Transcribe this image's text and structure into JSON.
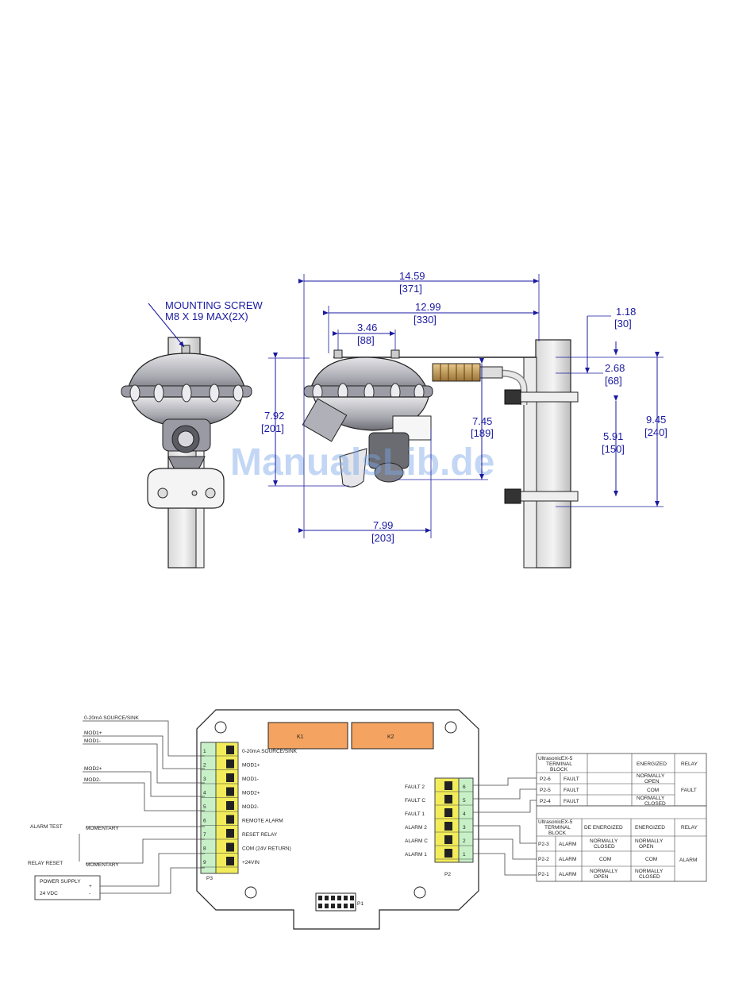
{
  "dimension_drawing": {
    "callout_line1": "MOUNTING SCREW",
    "callout_line2": "M8 X 19 MAX(2X)",
    "dims": {
      "overall_width": "14.59",
      "overall_width_mm": "[371]",
      "body_width": "12.99",
      "body_width_mm": "[330]",
      "screw_spacing": "3.46",
      "screw_spacing_mm": "[88]",
      "side_offset": "1.18",
      "side_offset_mm": "[30]",
      "pipe_offset": "2.68",
      "pipe_offset_mm": "[68]",
      "height_left": "7.92",
      "height_left_mm": "[201]",
      "height_mid": "7.45",
      "height_mid_mm": "[189]",
      "bolt_spacing": "5.91",
      "bolt_spacing_mm": "[150]",
      "overall_height": "9.45",
      "overall_height_mm": "[240]",
      "depth": "7.99",
      "depth_mm": "[203]"
    }
  },
  "watermark": "ManualsLib.de",
  "wiring": {
    "left_labels": {
      "source_sink": "0-20mA SOURCE/SINK",
      "mod1p": "MOD1+",
      "mod1m": "MOD1-",
      "mod2p": "MOD2+",
      "mod2m": "MOD2-",
      "alarm_test": "ALARM TEST",
      "momentary1": "MOMENTARY",
      "relay_reset": "RELAY RESET",
      "momentary2": "MOMENTARY",
      "power_supply": "POWER SUPPLY",
      "vdc": "24 VDC",
      "plus": "+",
      "minus": "-"
    },
    "relays": {
      "k1": "K1",
      "k2": "K2"
    },
    "p3_label": "P3",
    "p3": [
      {
        "num": "1",
        "label": "0-20mA SOURCE/SINK"
      },
      {
        "num": "2",
        "label": "MOD1+"
      },
      {
        "num": "3",
        "label": "MOD1-"
      },
      {
        "num": "4",
        "label": "MOD2+"
      },
      {
        "num": "5",
        "label": "MOD2-"
      },
      {
        "num": "6",
        "label": "REMOTE ALARM"
      },
      {
        "num": "7",
        "label": "RESET RELAY"
      },
      {
        "num": "8",
        "label": "COM (24V RETURN)"
      },
      {
        "num": "9",
        "label": "+24VIN"
      }
    ],
    "p2_label": "P2",
    "p2": [
      {
        "num": "6",
        "label": "FAULT 2"
      },
      {
        "num": "5",
        "label": "FAULT C"
      },
      {
        "num": "4",
        "label": "FAULT 1"
      },
      {
        "num": "3",
        "label": "ALARM 2"
      },
      {
        "num": "2",
        "label": "ALARM C"
      },
      {
        "num": "1",
        "label": "ALARM 1"
      }
    ],
    "p1_label": "P1",
    "fault_table": {
      "header": {
        "block1": "UltrasonicEX-5",
        "block2": "TERMINAL",
        "block3": "BLOCK",
        "energized": "ENERGIZED",
        "relay": "RELAY"
      },
      "rows": [
        {
          "term": "P2-6",
          "fn": "FAULT",
          "e1": "NORMALLY",
          "e2": "OPEN"
        },
        {
          "term": "P2-5",
          "fn": "FAULT",
          "e1": "COM",
          "e2": ""
        },
        {
          "term": "P2-4",
          "fn": "FAULT",
          "e1": "NORMALLY",
          "e2": "CLOSED"
        }
      ],
      "relay_name": "FAULT"
    },
    "alarm_table": {
      "header": {
        "block1": "UltrasonicEX-5",
        "block2": "TERMINAL",
        "block3": "BLOCK",
        "deenergized": "DE ENERGIZED",
        "energized": "ENERGIZED",
        "relay": "RELAY"
      },
      "rows": [
        {
          "term": "P2-3",
          "fn": "ALARM",
          "d1": "NORMALLY",
          "d2": "CLOSED",
          "e1": "NORMALLY",
          "e2": "OPEN"
        },
        {
          "term": "P2-2",
          "fn": "ALARM",
          "d1": "COM",
          "d2": "",
          "e1": "COM",
          "e2": ""
        },
        {
          "term": "P2-1",
          "fn": "ALARM",
          "d1": "NORMALLY",
          "d2": "OPEN",
          "e1": "NORMALLY",
          "e2": "CLOSED"
        }
      ],
      "relay_name": "ALARM"
    }
  }
}
